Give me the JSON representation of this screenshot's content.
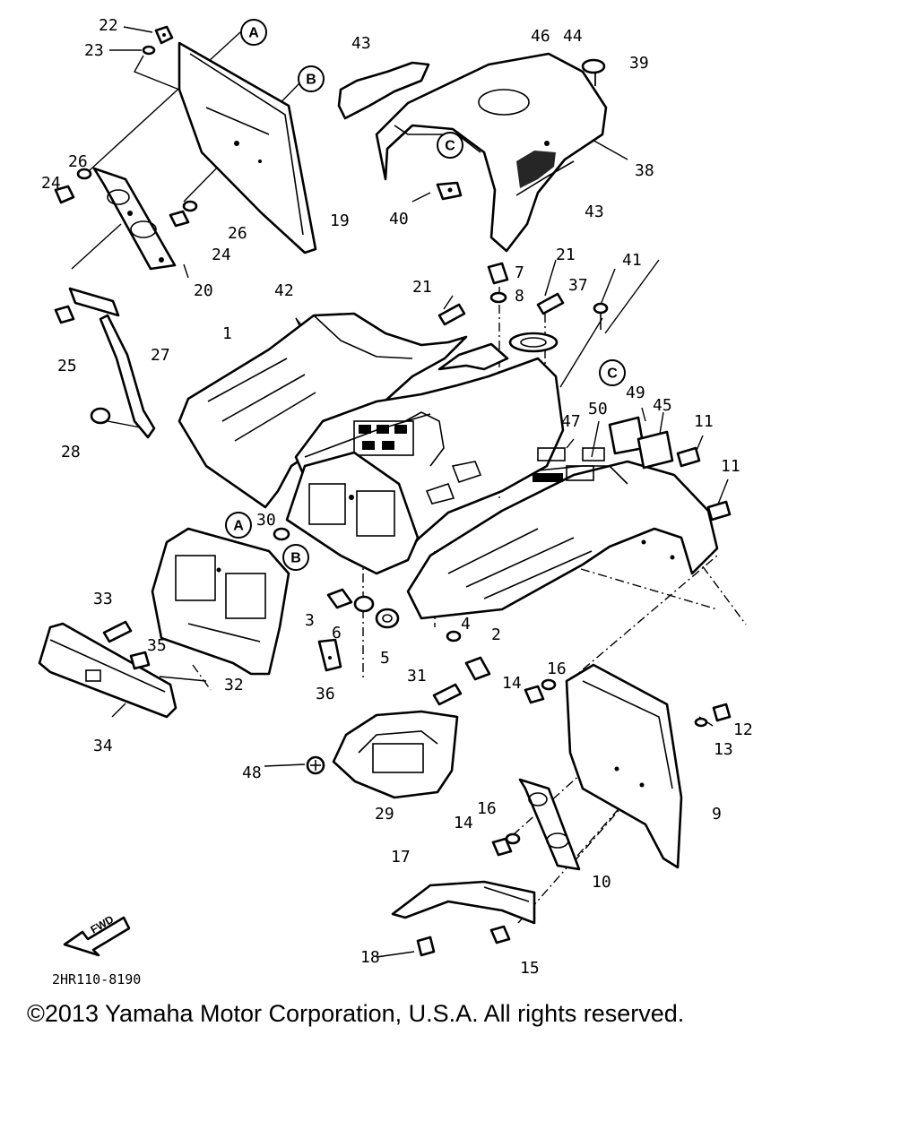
{
  "diagram": {
    "drawing_code": "2HR110-8190",
    "fwd_label": "FWD",
    "reference_marks": [
      "A",
      "B",
      "C"
    ],
    "callouts": [
      "1",
      "2",
      "3",
      "4",
      "5",
      "6",
      "7",
      "8",
      "9",
      "10",
      "11",
      "12",
      "13",
      "14",
      "15",
      "16",
      "17",
      "18",
      "19",
      "20",
      "21",
      "22",
      "23",
      "24",
      "25",
      "26",
      "27",
      "28",
      "29",
      "30",
      "31",
      "32",
      "33",
      "34",
      "35",
      "36",
      "37",
      "38",
      "39",
      "40",
      "41",
      "42",
      "43",
      "44",
      "45",
      "46",
      "47",
      "48",
      "49",
      "50"
    ]
  },
  "footer": {
    "copyright": "©2013 Yamaha Motor Corporation, U.S.A. All rights reserved."
  }
}
